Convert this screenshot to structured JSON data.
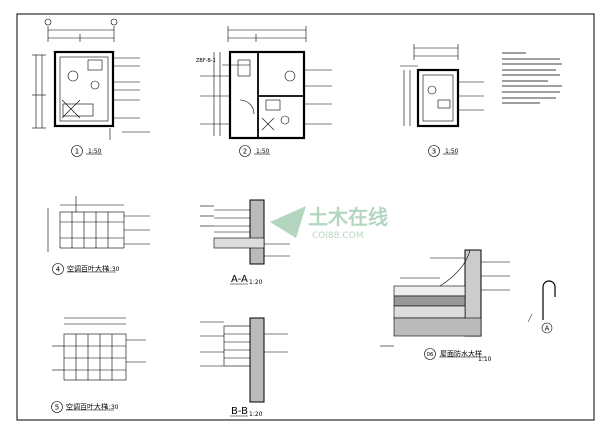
{
  "plans": [
    {
      "number": "1",
      "scale": "1:50"
    },
    {
      "number": "2",
      "scale": "1:50"
    },
    {
      "number": "3",
      "scale": "1:50"
    }
  ],
  "plan2_code": "ZBF-B-1",
  "details": [
    {
      "number": "4",
      "title": "空调百叶大样",
      "scale": "1:30"
    },
    {
      "number": "5",
      "title": "空调百叶大样",
      "scale": "1:30"
    },
    {
      "number": "06",
      "title": "屋面防水大样",
      "scale": "1:10"
    }
  ],
  "sections": [
    {
      "label": "A-A",
      "scale": "1:20"
    },
    {
      "label": "B-B",
      "scale": "1:20"
    }
  ],
  "hook_detail": {
    "marker": "A"
  },
  "watermark": {
    "cn": "土木在线",
    "en": "COI88.COM"
  }
}
